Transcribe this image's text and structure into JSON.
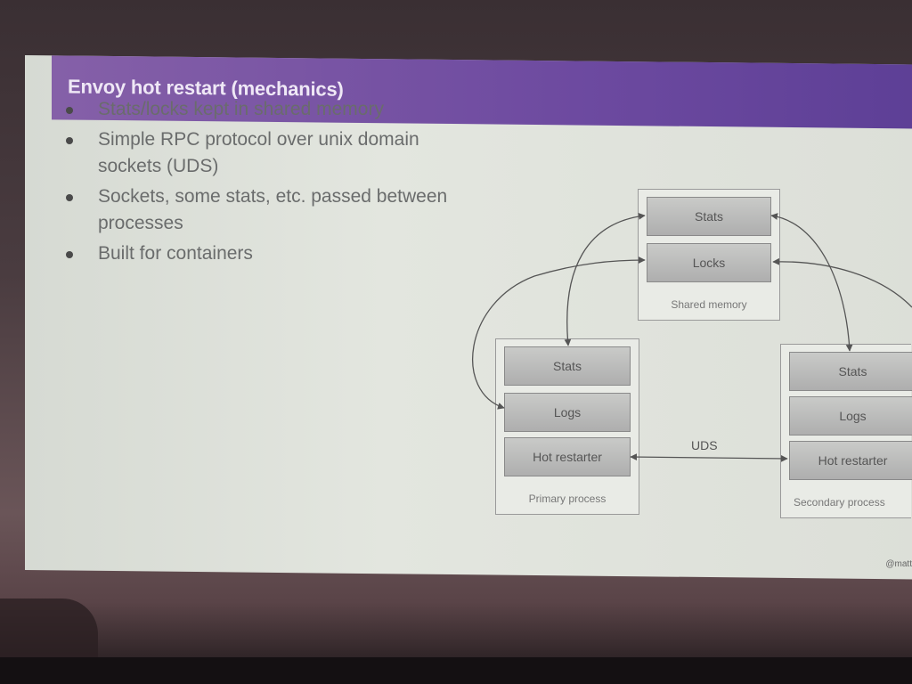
{
  "slide": {
    "title": "Envoy hot restart (mechanics)",
    "bullets": [
      "Stats/locks kept in shared memory",
      "Simple RPC protocol over unix domain sockets (UDS)",
      "Sockets, some stats, etc. passed between processes",
      "Built for containers"
    ],
    "credit": "@matt",
    "colors": {
      "title_bar": "#6d4aa0",
      "slide_bg": "#e0e3dc",
      "cell": "#b8b8b8"
    }
  },
  "diagram": {
    "shared_memory": {
      "label": "Shared memory",
      "cells": [
        "Stats",
        "Locks"
      ]
    },
    "primary": {
      "label": "Primary process",
      "cells": [
        "Stats",
        "Logs",
        "Hot restarter"
      ]
    },
    "secondary": {
      "label": "Secondary process",
      "cells": [
        "Stats",
        "Logs",
        "Hot restarter"
      ]
    },
    "uds_label": "UDS"
  }
}
